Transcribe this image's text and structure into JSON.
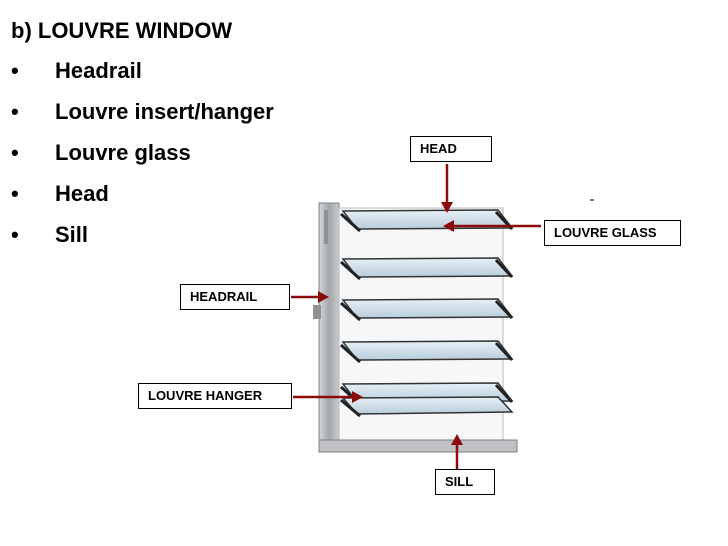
{
  "title": "b) LOUVRE WINDOW",
  "bullets": [
    "Headrail",
    "Louvre insert/hanger",
    "Louvre glass",
    "Head",
    "Sill"
  ],
  "labels": {
    "head": "HEAD",
    "louvre_glass": "LOUVRE GLASS",
    "headrail": "HEADRAIL",
    "louvre_hanger": "LOUVRE HANGER",
    "sill": "SILL"
  },
  "colors": {
    "arrow": "#8b0a0a",
    "frame": "#a9acaf",
    "glass": "#c8d9e6"
  },
  "louvre_count": 6
}
